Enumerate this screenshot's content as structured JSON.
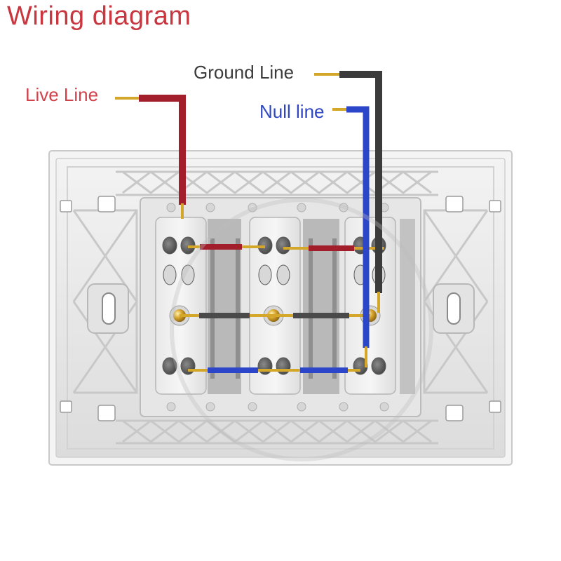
{
  "title": "Wiring diagram",
  "labels": {
    "ground": "Ground Line",
    "live": "Live Line",
    "null": "Null line"
  },
  "colors": {
    "title": "#c8373f",
    "live_text": "#d2424c",
    "ground_text": "#3c3c3c",
    "null_text": "#2f47c4",
    "live_wire": "#a31e2b",
    "ground_wire": "#3b3b3b",
    "null_wire": "#2c46c9",
    "copper_tip": "#d4a62a",
    "plate": "#ececec"
  },
  "icons": {
    "terminal": "screw-terminal-icon",
    "earth": "earth-symbol-icon"
  }
}
